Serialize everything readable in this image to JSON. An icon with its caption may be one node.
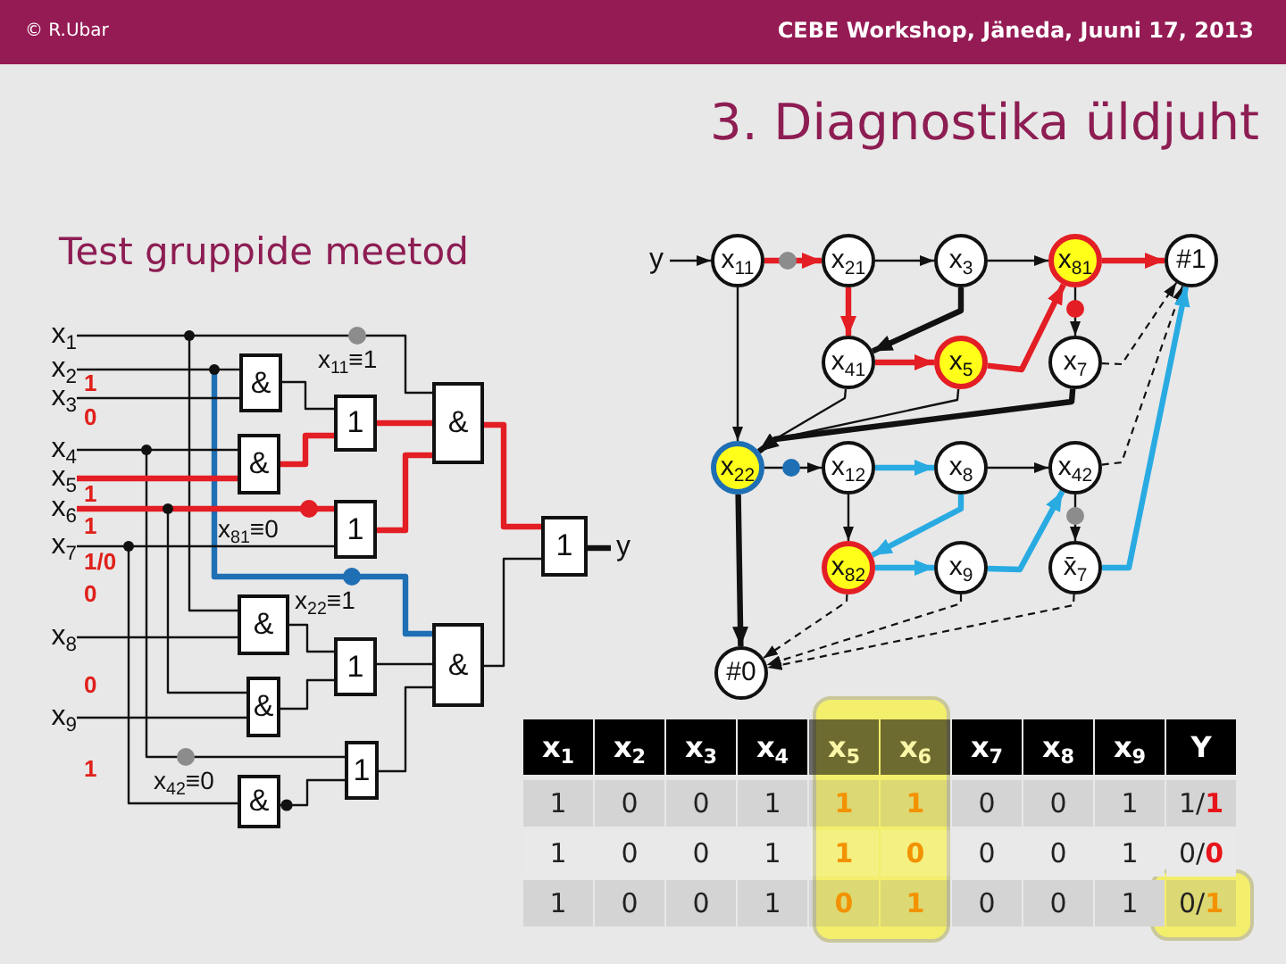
{
  "diagram": {
    "title": "3. Diagnostika üldjuht",
    "nodes": [
      {
        "text": [
          "x$_{1}$"
        ]
      },
      {
        "text": [
          "x$_{2}$"
        ]
      },
      {
        "text": [
          "x$_{3}$"
        ]
      },
      {
        "text": [
          "x$_{4}$"
        ]
      },
      {
        "text": [
          "x$_{5}$"
        ]
      },
      {
        "text": [
          "x$_{6}$"
        ]
      },
      {
        "text": [
          "x$_{7}$"
        ]
      },
      {
        "text": [
          "x$_{8}$"
        ]
      },
      {
        "text": [
          "x$_{9}$"
        ]
      },
      {
        "text": [
          "&"
        ]
      },
      {
        "text": [
          "1"
        ]
      },
      {
        "text": [
          "&"
        ]
      },
      {
        "text": [
          "&"
        ]
      },
      {
        "text": [
          "1"
        ]
      },
      {
        "text": [
          "1"
        ]
      },
      {
        "text": [
          "&"
        ]
      },
      {
        "text": [
          "1"
        ]
      },
      {
        "text": [
          "&"
        ]
      },
      {
        "text": [
          "&"
        ]
      },
      {
        "text": [
          "1"
        ]
      },
      {
        "text": [
          "&"
        ]
      },
      {
        "text": [
          "y"
        ]
      },
      {
        "text": [
          "y"
        ]
      },
      {
        "text": [
          "x$_{11}$"
        ]
      },
      {
        "text": [
          "x$_{21}$"
        ]
      },
      {
        "text": [
          "x$_{3}$"
        ]
      },
      {
        "text": [
          "x$_{81}$"
        ]
      },
      {
        "text": [
          "#1"
        ]
      },
      {
        "text": [
          "x$_{41}$"
        ]
      },
      {
        "text": [
          "x$_{5}$"
        ]
      },
      {
        "text": [
          "x$_{7}$"
        ]
      },
      {
        "text": [
          "x$_{22}$"
        ]
      },
      {
        "text": [
          "x$_{12}$"
        ]
      },
      {
        "text": [
          "x$_{8}$"
        ]
      },
      {
        "text": [
          "x$_{42}$"
        ]
      },
      {
        "text": [
          "x$_{82}$"
        ]
      },
      {
        "text": [
          "x$_{9}$"
        ]
      },
      {
        "text": [
          "x̄$_{7}$"
        ]
      },
      {
        "text": [
          "#0"
        ]
      }
    ],
    "edges": [
      {
        "from": 0,
        "to": 11,
        "arrow": "none"
      },
      {
        "from": 0,
        "to": 15,
        "arrow": "none"
      },
      {
        "from": 1,
        "to": 9,
        "arrow": "none"
      },
      {
        "from": 1,
        "to": 17,
        "arrow": "none",
        "style": "thick",
        "color": "#1f6fb4"
      },
      {
        "from": 2,
        "to": 9,
        "arrow": "none"
      },
      {
        "from": 3,
        "to": 12,
        "arrow": "none"
      },
      {
        "from": 3,
        "to": 19,
        "arrow": "none"
      },
      {
        "from": 4,
        "to": 12,
        "arrow": "none",
        "style": "thick",
        "color": "#e31e24"
      },
      {
        "from": 5,
        "to": 13,
        "arrow": "none",
        "style": "thick",
        "color": "#e31e24"
      },
      {
        "from": 5,
        "to": 18,
        "arrow": "none"
      },
      {
        "from": 6,
        "to": 13,
        "arrow": "none"
      },
      {
        "from": 6,
        "to": 20,
        "arrow": "none"
      },
      {
        "from": 7,
        "to": 15,
        "arrow": "none"
      },
      {
        "from": 8,
        "to": 18,
        "arrow": "none"
      },
      {
        "from": 9,
        "to": 10,
        "arrow": "none"
      },
      {
        "from": 12,
        "to": 10,
        "arrow": "none",
        "style": "thick",
        "color": "#e31e24"
      },
      {
        "from": 10,
        "to": 11,
        "arrow": "none",
        "style": "thick",
        "color": "#e31e24"
      },
      {
        "from": 13,
        "to": 11,
        "arrow": "none",
        "style": "thick",
        "color": "#e31e24"
      },
      {
        "from": 11,
        "to": 14,
        "arrow": "none",
        "style": "thick",
        "color": "#e31e24"
      },
      {
        "from": 15,
        "to": 16,
        "arrow": "none"
      },
      {
        "from": 18,
        "to": 16,
        "arrow": "none"
      },
      {
        "from": 16,
        "to": 17,
        "arrow": "none"
      },
      {
        "from": 20,
        "to": 19,
        "arrow": "other"
      },
      {
        "from": 19,
        "to": 17,
        "arrow": "none"
      },
      {
        "from": 17,
        "to": 14,
        "arrow": "none"
      },
      {
        "from": 14,
        "to": 21,
        "arrow": "none",
        "style": "thick"
      },
      {
        "from": 22,
        "to": 23,
        "arrow": "to"
      },
      {
        "from": 23,
        "to": 24,
        "arrow": "to",
        "style": "thick",
        "color": "#e31e24"
      },
      {
        "from": 24,
        "to": 25,
        "arrow": "to"
      },
      {
        "from": 25,
        "to": 26,
        "arrow": "to"
      },
      {
        "from": 26,
        "to": 27,
        "arrow": "to",
        "style": "thick",
        "color": "#e31e24"
      },
      {
        "from": 24,
        "to": 28,
        "arrow": "to",
        "style": "thick",
        "color": "#e31e24"
      },
      {
        "from": 25,
        "to": 28,
        "arrow": "to",
        "style": "thick"
      },
      {
        "from": 28,
        "to": 29,
        "arrow": "to",
        "style": "thick",
        "color": "#e31e24"
      },
      {
        "from": 29,
        "to": 26,
        "arrow": "to",
        "style": "thick",
        "color": "#e31e24"
      },
      {
        "from": 26,
        "to": 30,
        "arrow": "to"
      },
      {
        "from": 30,
        "to": 27,
        "arrow": "to",
        "style": "dashed"
      },
      {
        "from": 23,
        "to": 31,
        "arrow": "to"
      },
      {
        "from": 28,
        "to": 31,
        "arrow": "to"
      },
      {
        "from": 29,
        "to": 31,
        "arrow": "to"
      },
      {
        "from": 30,
        "to": 31,
        "arrow": "to",
        "style": "thick"
      },
      {
        "from": 31,
        "to": 32,
        "arrow": "to"
      },
      {
        "from": 31,
        "to": 38,
        "arrow": "to",
        "style": "thick"
      },
      {
        "from": 32,
        "to": 33,
        "arrow": "to",
        "style": "thick",
        "color": "#29abe2"
      },
      {
        "from": 32,
        "to": 35,
        "arrow": "to"
      },
      {
        "from": 33,
        "to": 34,
        "arrow": "to"
      },
      {
        "from": 33,
        "to": 35,
        "arrow": "to",
        "style": "thick",
        "color": "#29abe2"
      },
      {
        "from": 34,
        "to": 27,
        "arrow": "to",
        "style": "dashed"
      },
      {
        "from": 34,
        "to": 37,
        "arrow": "to"
      },
      {
        "from": 35,
        "to": 36,
        "arrow": "to",
        "style": "thick",
        "color": "#29abe2"
      },
      {
        "from": 36,
        "to": 34,
        "arrow": "to",
        "style": "thick",
        "color": "#29abe2"
      },
      {
        "from": 37,
        "to": 27,
        "arrow": "to",
        "style": "thick",
        "color": "#29abe2"
      },
      {
        "from": 35,
        "to": 38,
        "arrow": "to",
        "style": "dashed"
      },
      {
        "from": 36,
        "to": 38,
        "arrow": "to",
        "style": "dashed"
      },
      {
        "from": 37,
        "to": 38,
        "arrow": "to",
        "style": "dashed"
      }
    ],
    "labels": [
      "© R.Ubar",
      "CEBE Workshop, Jäneda, Juuni 17, 2013",
      "Test gruppide meetod",
      "x$_{11}$≡1",
      "1",
      "0",
      "1",
      "1",
      "x$_{81}$≡0",
      "1/0",
      "0",
      "x$_{22}$≡1",
      "0",
      "1",
      "x$_{42}$≡0",
      "x$_{1}$",
      "x$_{2}$",
      "x$_{3}$",
      "x$_{4}$",
      "x$_{5}$",
      "x$_{6}$",
      "x$_{7}$",
      "x$_{8}$",
      "x$_{9}$",
      "Y",
      "1",
      "0",
      "0",
      "1",
      "1",
      "1",
      "0",
      "0",
      "1",
      "1/**1**",
      "1",
      "0",
      "0",
      "1",
      "1",
      "0",
      "0",
      "0",
      "1",
      "0/**0**",
      "1",
      "0",
      "0",
      "1",
      "0",
      "1",
      "0",
      "0",
      "1",
      "0/**1**"
    ]
  }
}
